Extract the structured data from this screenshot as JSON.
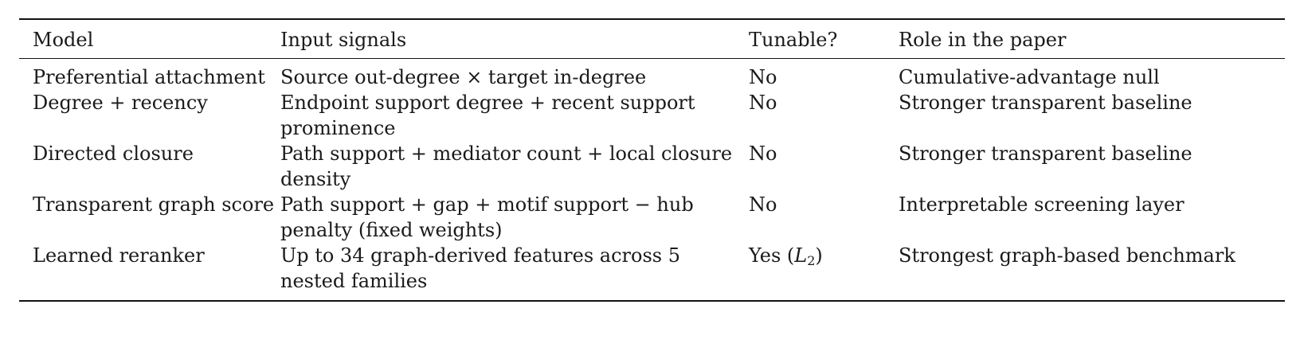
{
  "table": {
    "headers": [
      "Model",
      "Input signals",
      "Tunable?",
      "Role in the paper"
    ],
    "rows": [
      {
        "model": "Preferential attachment",
        "input_signals": "Source out-degree × target in-degree",
        "tunable": "No",
        "role": "Cumulative-advantage null"
      },
      {
        "model": "Degree + recency",
        "input_signals": "Endpoint support degree + recent support prominence",
        "tunable": "No",
        "role": "Stronger transparent baseline"
      },
      {
        "model": "Directed closure",
        "input_signals": "Path support + mediator count + local closure density",
        "tunable": "No",
        "role": "Stronger transparent baseline"
      },
      {
        "model": "Transparent graph score",
        "input_signals": "Path support + gap + motif support − hub penalty (fixed weights)",
        "tunable": "No",
        "role": "Interpretable screening layer"
      },
      {
        "model": "Learned reranker",
        "input_signals": "Up to 34 graph-derived features across 5 nested families",
        "tunable_prefix": "Yes (",
        "tunable_math_base": "L",
        "tunable_math_sub": "2",
        "tunable_suffix": ")",
        "role": "Strongest graph-based benchmark"
      }
    ]
  }
}
